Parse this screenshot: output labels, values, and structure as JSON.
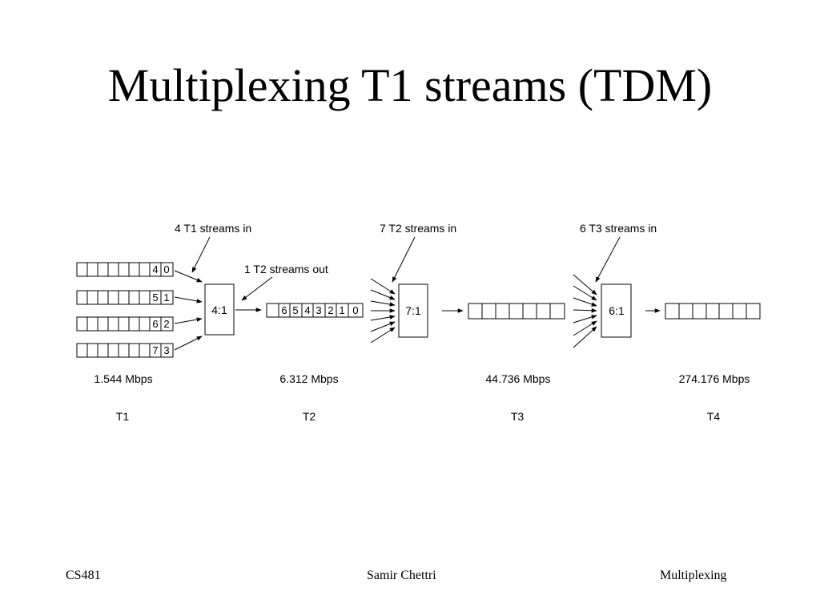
{
  "title": "Multiplexing T1 streams (TDM)",
  "annotations": {
    "t1_in": "4 T1 streams in",
    "t2_out": "1 T2 streams out",
    "t2_in": "7 T2 streams in",
    "t3_in": "6 T3 streams in"
  },
  "muxes": [
    "4:1",
    "7:1",
    "6:1"
  ],
  "t1_cells": [
    [
      "4",
      "0"
    ],
    [
      "5",
      "1"
    ],
    [
      "6",
      "2"
    ],
    [
      "7",
      "3"
    ]
  ],
  "t2_cells": [
    "6",
    "5",
    "4",
    "3",
    "2",
    "1",
    "0"
  ],
  "rates": [
    "1.544 Mbps",
    "6.312 Mbps",
    "44.736 Mbps",
    "274.176 Mbps"
  ],
  "levels": [
    "T1",
    "T2",
    "T3",
    "T4"
  ],
  "footer": {
    "left": "CS481",
    "center": "Samir Chettri",
    "right": "Multiplexing"
  }
}
